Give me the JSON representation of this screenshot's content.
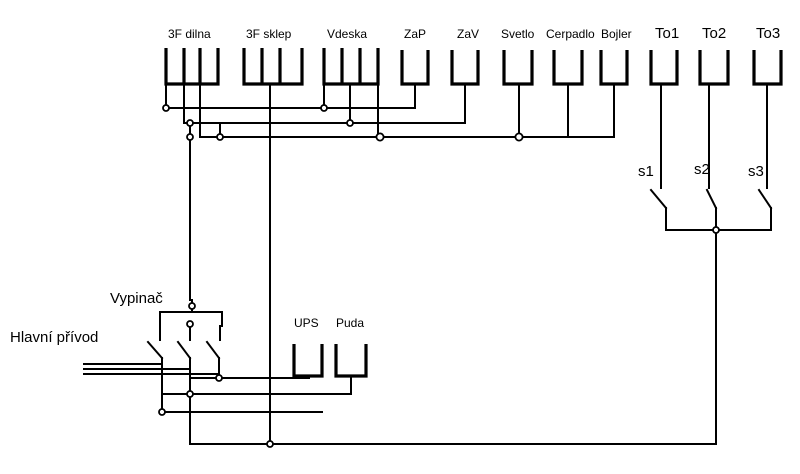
{
  "sockets": {
    "s3f_dilna": "3F dilna",
    "s3f_sklep": "3F sklep",
    "vdeska": "Vdeska",
    "zap": "ZaP",
    "zav": "ZaV",
    "svetlo": "Svetlo",
    "cerpadlo": "Cerpadlo",
    "bojler": "Bojler",
    "to1": "To1",
    "to2": "To2",
    "to3": "To3",
    "ups": "UPS",
    "puda": "Puda"
  },
  "switches": {
    "vypinac": "Vypinač",
    "s1": "s1",
    "s2": "s2",
    "s3": "s3"
  },
  "supply": {
    "label": "Hlavní přívod"
  }
}
